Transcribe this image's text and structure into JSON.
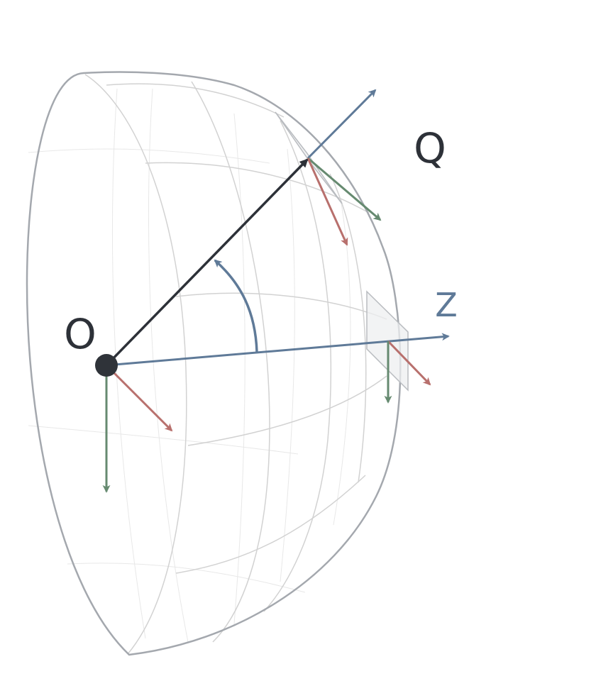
{
  "labels": {
    "origin": "O",
    "point": "Q",
    "axis": "Z"
  },
  "colors": {
    "background": "#ffffff",
    "hemisphere_outline": "#a4a8ae",
    "grid_major": "#cfcfcf",
    "grid_minor": "#e6e6e6",
    "plane_fill": "#eeeff0",
    "plane_stroke": "#b9bcc0",
    "position_vector": "#2d3138",
    "axis_blue": "#5f7a98",
    "red_vector": "#b8706d",
    "green_vector": "#668a70",
    "origin_point": "#2f3339",
    "text_dark": "#2d3138",
    "text_axis": "#5f7a98"
  }
}
